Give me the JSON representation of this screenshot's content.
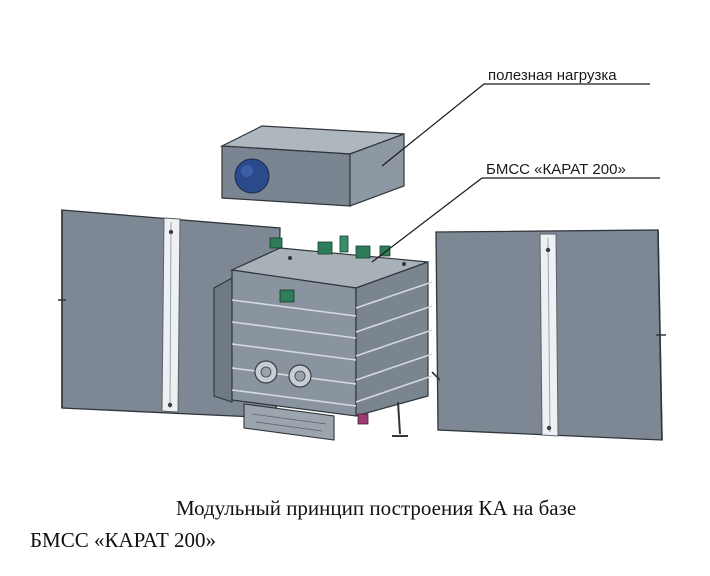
{
  "labels": {
    "payload": "полезная нагрузка",
    "platform": "БМСС «КАРАТ 200»"
  },
  "caption": {
    "line1": "Модульный принцип построения КА на базе",
    "line2": "БМСС «КАРАТ 200»"
  },
  "colors": {
    "panel": "#7d8894",
    "body_side": "#8a949f",
    "body_top": "#a8b0b8",
    "payload_front": "#7a8591",
    "payload_lens": "#2b4a8c",
    "connector_green": "#2e7d5a",
    "connector_magenta": "#9b3d73"
  }
}
